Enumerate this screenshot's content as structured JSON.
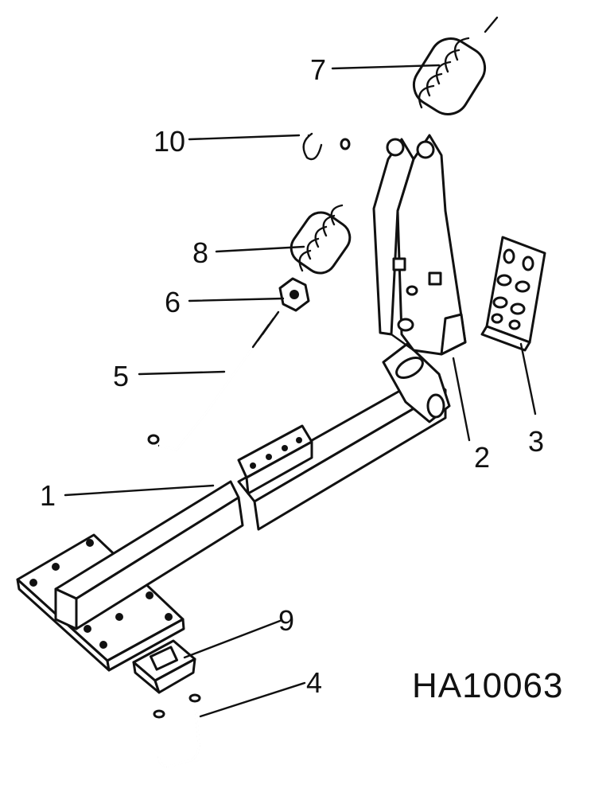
{
  "diagram": {
    "drawing_code": "HA10063",
    "callouts": [
      "1",
      "2",
      "3",
      "4",
      "5",
      "6",
      "7",
      "8",
      "9",
      "10"
    ]
  }
}
